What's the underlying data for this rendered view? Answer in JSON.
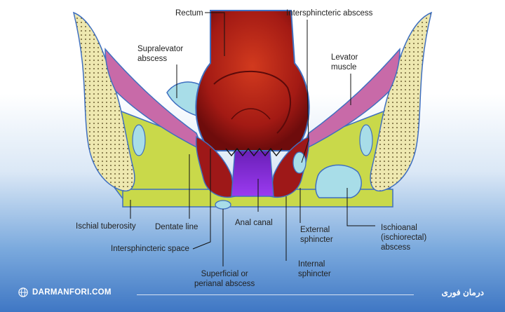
{
  "labels": {
    "rectum": "Rectum",
    "intersphincteric_abscess": "Intersphincteric abscess",
    "supralevator_abscess": "Supralevator\nabscess",
    "levator_muscle": "Levator\nmuscle",
    "ischial_tuberosity": "Ischial tuberosity",
    "dentate_line": "Dentate line",
    "anal_canal": "Anal canal",
    "external_sphincter": "External\nsphincter",
    "ischioanal_abscess": "Ischioanal\n(ischiorectal)\nabscess",
    "intersphincteric_space": "Intersphincteric space",
    "internal_sphincter": "Internal\nsphincter",
    "superficial_abscess": "Superficial or\nperianal abscess"
  },
  "footer": {
    "site": "DARMANFORI.COM",
    "brand": "درمان فوری"
  },
  "icons": {
    "globe": "globe-icon"
  },
  "colors": {
    "rectum_dark": "#8b1010",
    "rectum_light": "#c42a18",
    "fat": "#c9d94a",
    "muscle": "#c86aa8",
    "abscess": "#a8dde8",
    "anal_canal": "#8a2be2",
    "bone": "#eee8b0"
  }
}
